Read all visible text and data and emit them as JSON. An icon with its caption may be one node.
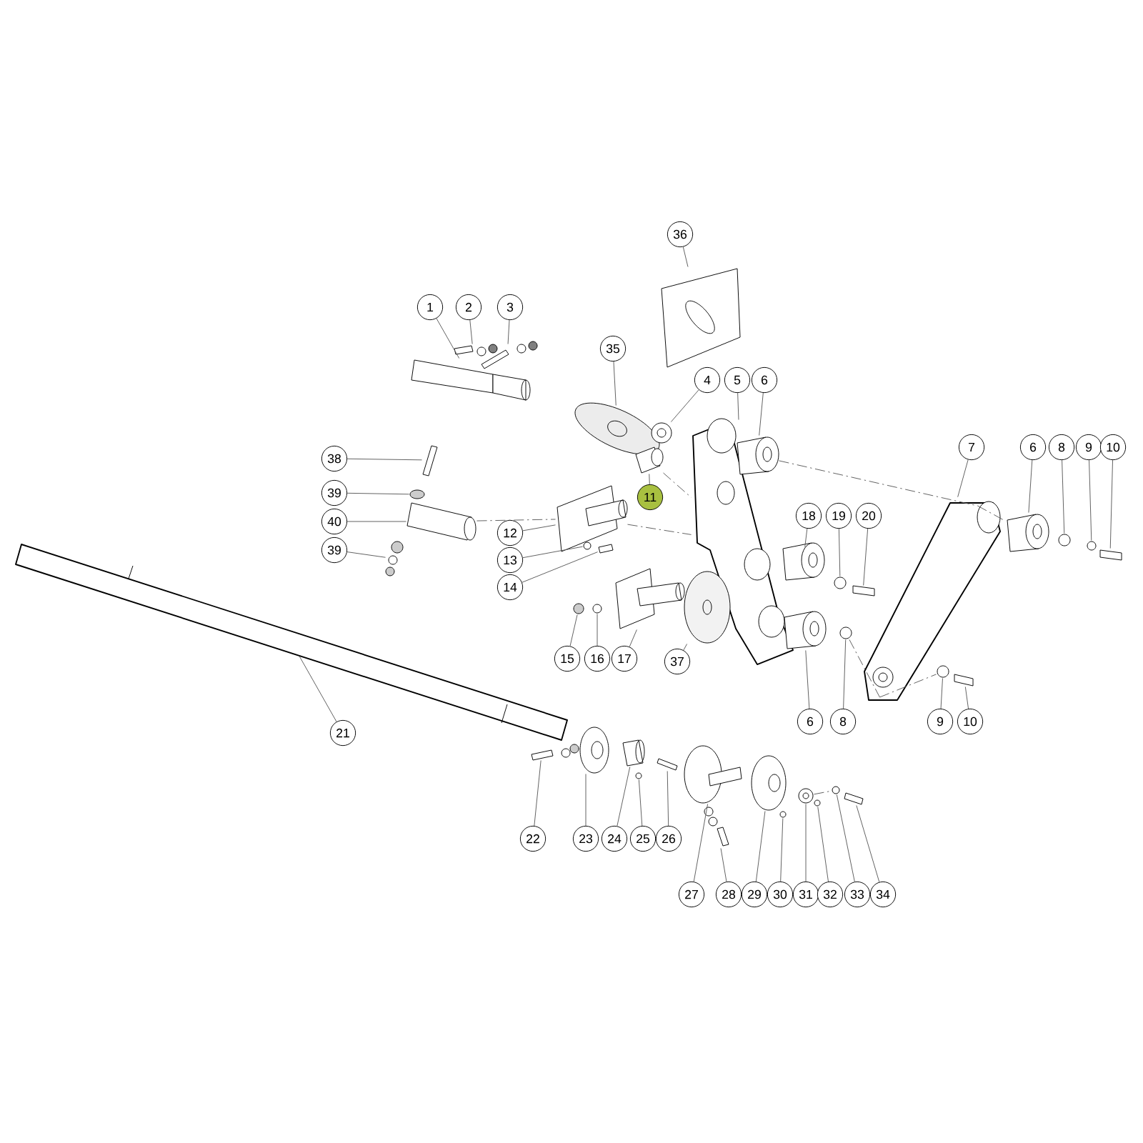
{
  "diagram": {
    "nodes": [
      {
        "text": [
          "36"
        ]
      },
      {
        "text": [
          "1"
        ]
      },
      {
        "text": [
          "2"
        ]
      },
      {
        "text": [
          "3"
        ]
      },
      {
        "text": [
          "35"
        ]
      },
      {
        "text": [
          "4"
        ]
      },
      {
        "text": [
          "5"
        ]
      },
      {
        "text": [
          "6"
        ]
      },
      {
        "text": [
          "7"
        ]
      },
      {
        "text": [
          "6"
        ]
      },
      {
        "text": [
          "8"
        ]
      },
      {
        "text": [
          "9"
        ]
      },
      {
        "text": [
          "10"
        ]
      },
      {
        "text": [
          "38"
        ]
      },
      {
        "text": [
          "39"
        ]
      },
      {
        "text": [
          "11"
        ]
      },
      {
        "text": [
          "40"
        ]
      },
      {
        "text": [
          "18"
        ]
      },
      {
        "text": [
          "19"
        ]
      },
      {
        "text": [
          "20"
        ]
      },
      {
        "text": [
          "12"
        ]
      },
      {
        "text": [
          "39"
        ]
      },
      {
        "text": [
          "13"
        ]
      },
      {
        "text": [
          "14"
        ]
      },
      {
        "text": [
          "15"
        ]
      },
      {
        "text": [
          "16"
        ]
      },
      {
        "text": [
          "17"
        ]
      },
      {
        "text": [
          "37"
        ]
      },
      {
        "text": [
          "6"
        ]
      },
      {
        "text": [
          "8"
        ]
      },
      {
        "text": [
          "9"
        ]
      },
      {
        "text": [
          "10"
        ]
      },
      {
        "text": [
          "21"
        ]
      },
      {
        "text": [
          "22"
        ]
      },
      {
        "text": [
          "23"
        ]
      },
      {
        "text": [
          "24"
        ]
      },
      {
        "text": [
          "25"
        ]
      },
      {
        "text": [
          "26"
        ]
      },
      {
        "text": [
          "27"
        ]
      },
      {
        "text": [
          "28"
        ]
      },
      {
        "text": [
          "29"
        ]
      },
      {
        "text": [
          "30"
        ]
      },
      {
        "text": [
          "31"
        ]
      },
      {
        "text": [
          "32"
        ]
      },
      {
        "text": [
          "33"
        ]
      },
      {
        "text": [
          "34"
        ]
      },
      {
        "text": [],
        "shape": "picture"
      },
      {
        "text": [],
        "shape": "bar"
      },
      {
        "text": [],
        "shape": "picture"
      },
      {
        "text": [],
        "shape": "picture"
      },
      {
        "text": [],
        "shape": "picture"
      },
      {
        "text": [],
        "shape": "circle"
      },
      {
        "text": [],
        "shape": "picture"
      },
      {
        "text": [],
        "shape": "cylinder"
      },
      {
        "text": [],
        "shape": "picture"
      },
      {
        "text": [],
        "shape": "cylinder"
      },
      {
        "text": [],
        "shape": "circle"
      },
      {
        "text": [],
        "shape": "circle"
      },
      {
        "text": [],
        "shape": "bar"
      },
      {
        "text": [],
        "shape": "bar"
      },
      {
        "text": [],
        "shape": "circle"
      },
      {
        "text": [],
        "shape": "cylinder"
      },
      {
        "text": [],
        "shape": "cylinder"
      },
      {
        "text": [],
        "shape": "cylinder"
      },
      {
        "text": [],
        "shape": "circle"
      },
      {
        "text": [],
        "shape": "bar"
      },
      {
        "text": [],
        "shape": "picture"
      },
      {
        "text": [],
        "shape": "picture"
      },
      {
        "text": [],
        "shape": "circle"
      },
      {
        "text": [],
        "shape": "bar"
      },
      {
        "text": [],
        "shape": "circle"
      },
      {
        "text": [],
        "shape": "circle"
      },
      {
        "text": [],
        "shape": "picture"
      },
      {
        "text": [],
        "shape": "picture"
      },
      {
        "text": [],
        "shape": "cylinder"
      },
      {
        "text": [],
        "shape": "circle"
      },
      {
        "text": [],
        "shape": "circle"
      },
      {
        "text": [],
        "shape": "bar"
      },
      {
        "text": [],
        "shape": "bar"
      },
      {
        "text": [],
        "shape": "bar"
      },
      {
        "text": [],
        "shape": "picture"
      },
      {
        "text": [],
        "shape": "cylinder"
      },
      {
        "text": [],
        "shape": "circle"
      },
      {
        "text": [],
        "shape": "bar"
      },
      {
        "text": [],
        "shape": "circle"
      },
      {
        "text": [],
        "shape": "picture"
      },
      {
        "text": [],
        "shape": "picture"
      },
      {
        "text": [],
        "shape": "circle"
      },
      {
        "text": [],
        "shape": "circle"
      },
      {
        "text": [],
        "shape": "circle"
      },
      {
        "text": [],
        "shape": "circle"
      },
      {
        "text": [],
        "shape": "bar"
      }
    ],
    "edges": [
      {
        "from": 0,
        "to": 46,
        "arrow": "none"
      },
      {
        "from": 1,
        "to": 47,
        "arrow": "none"
      },
      {
        "from": 2,
        "to": 48,
        "arrow": "none"
      },
      {
        "from": 3,
        "to": 49,
        "arrow": "none"
      },
      {
        "from": 4,
        "to": 50,
        "arrow": "none"
      },
      {
        "from": 5,
        "to": 51,
        "arrow": "none"
      },
      {
        "from": 6,
        "to": 52,
        "arrow": "none"
      },
      {
        "from": 7,
        "to": 53,
        "arrow": "none"
      },
      {
        "from": 8,
        "to": 54,
        "arrow": "none"
      },
      {
        "from": 9,
        "to": 55,
        "arrow": "none"
      },
      {
        "from": 10,
        "to": 56,
        "arrow": "none"
      },
      {
        "from": 11,
        "to": 57,
        "arrow": "none"
      },
      {
        "from": 12,
        "to": 58,
        "arrow": "none"
      },
      {
        "from": 13,
        "to": 59,
        "arrow": "none"
      },
      {
        "from": 14,
        "to": 60,
        "arrow": "none"
      },
      {
        "from": 15,
        "to": 61,
        "arrow": "none"
      },
      {
        "from": 16,
        "to": 62,
        "arrow": "none"
      },
      {
        "from": 17,
        "to": 63,
        "arrow": "none"
      },
      {
        "from": 18,
        "to": 64,
        "arrow": "none"
      },
      {
        "from": 19,
        "to": 65,
        "arrow": "none"
      },
      {
        "from": 20,
        "to": 66,
        "arrow": "none"
      },
      {
        "from": 21,
        "to": 67,
        "arrow": "none"
      },
      {
        "from": 22,
        "to": 68,
        "arrow": "none"
      },
      {
        "from": 23,
        "to": 69,
        "arrow": "none"
      },
      {
        "from": 24,
        "to": 70,
        "arrow": "none"
      },
      {
        "from": 25,
        "to": 71,
        "arrow": "none"
      },
      {
        "from": 26,
        "to": 72,
        "arrow": "none"
      },
      {
        "from": 27,
        "to": 73,
        "arrow": "none"
      },
      {
        "from": 28,
        "to": 74,
        "arrow": "none"
      },
      {
        "from": 29,
        "to": 75,
        "arrow": "none"
      },
      {
        "from": 30,
        "to": 76,
        "arrow": "none"
      },
      {
        "from": 31,
        "to": 77,
        "arrow": "none"
      },
      {
        "from": 32,
        "to": 78,
        "arrow": "none"
      },
      {
        "from": 33,
        "to": 79,
        "arrow": "none"
      },
      {
        "from": 34,
        "to": 80,
        "arrow": "none"
      },
      {
        "from": 35,
        "to": 81,
        "arrow": "none"
      },
      {
        "from": 36,
        "to": 82,
        "arrow": "none"
      },
      {
        "from": 37,
        "to": 83,
        "arrow": "none"
      },
      {
        "from": 38,
        "to": 84,
        "arrow": "none"
      },
      {
        "from": 39,
        "to": 85,
        "arrow": "none"
      },
      {
        "from": 40,
        "to": 86,
        "arrow": "none"
      },
      {
        "from": 41,
        "to": 87,
        "arrow": "none"
      },
      {
        "from": 42,
        "to": 88,
        "arrow": "none"
      },
      {
        "from": 43,
        "to": 89,
        "arrow": "none"
      },
      {
        "from": 44,
        "to": 90,
        "arrow": "none"
      },
      {
        "from": 45,
        "to": 91,
        "arrow": "none"
      },
      {
        "from": 61,
        "to": 52,
        "arrow": "none",
        "style": "dashed"
      },
      {
        "from": 53,
        "to": 54,
        "arrow": "none",
        "style": "dashed"
      },
      {
        "from": 54,
        "to": 55,
        "arrow": "none",
        "style": "dashed"
      },
      {
        "from": 62,
        "to": 66,
        "arrow": "none",
        "style": "dashed"
      },
      {
        "from": 66,
        "to": 52,
        "arrow": "none",
        "style": "dashed"
      },
      {
        "from": 75,
        "to": 54,
        "arrow": "none",
        "style": "dashed"
      },
      {
        "from": 54,
        "to": 76,
        "arrow": "none",
        "style": "dashed"
      },
      {
        "from": 88,
        "to": 90,
        "arrow": "none",
        "style": "dashed"
      }
    ]
  }
}
